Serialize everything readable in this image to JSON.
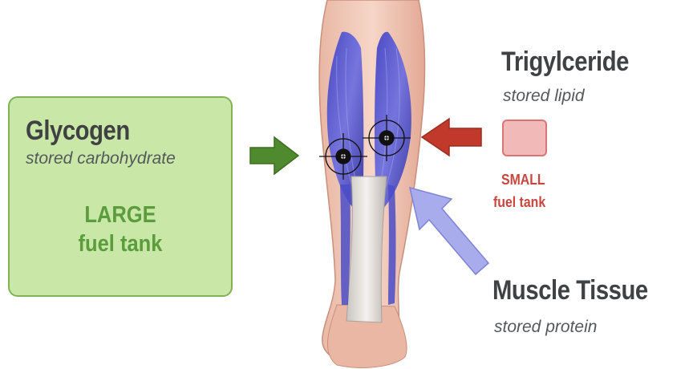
{
  "glycogen": {
    "title": "Glycogen",
    "subtitle": "stored carbohydrate",
    "tank_line1": "LARGE",
    "tank_line2": "fuel tank",
    "box_color": "#c9e8a8",
    "arrow_color": "#4f8a2e"
  },
  "triglyceride": {
    "title": "Trigylceride",
    "subtitle": "stored lipid",
    "tank_line1": "SMALL",
    "tank_line2": "fuel tank",
    "swatch_color": "#f2b9b9",
    "arrow_color": "#c0392b"
  },
  "muscle_tissue": {
    "title": "Muscle Tissue",
    "subtitle": "stored protein",
    "arrow_color": "#a9acec"
  },
  "illustration": {
    "subject": "calf-muscle-leg",
    "target_markers": 2
  }
}
